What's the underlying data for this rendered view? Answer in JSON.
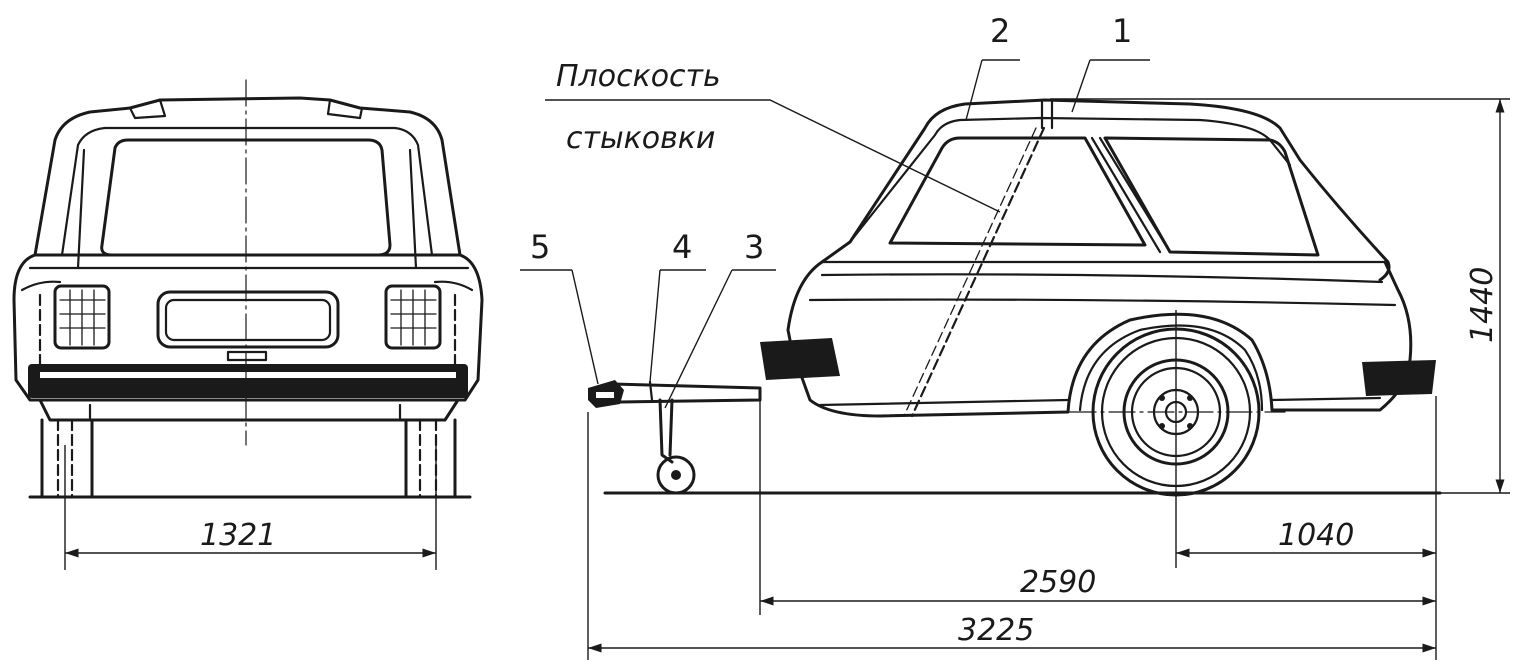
{
  "dimensions": {
    "width_rear": "1321",
    "height": "1440",
    "axle_to_rear": "1040",
    "body_length": "2590",
    "total_length": "3225"
  },
  "callouts": [
    "1",
    "2",
    "3",
    "4",
    "5"
  ],
  "plane_label": {
    "line1": "Плоскость",
    "line2": "стыковки"
  }
}
